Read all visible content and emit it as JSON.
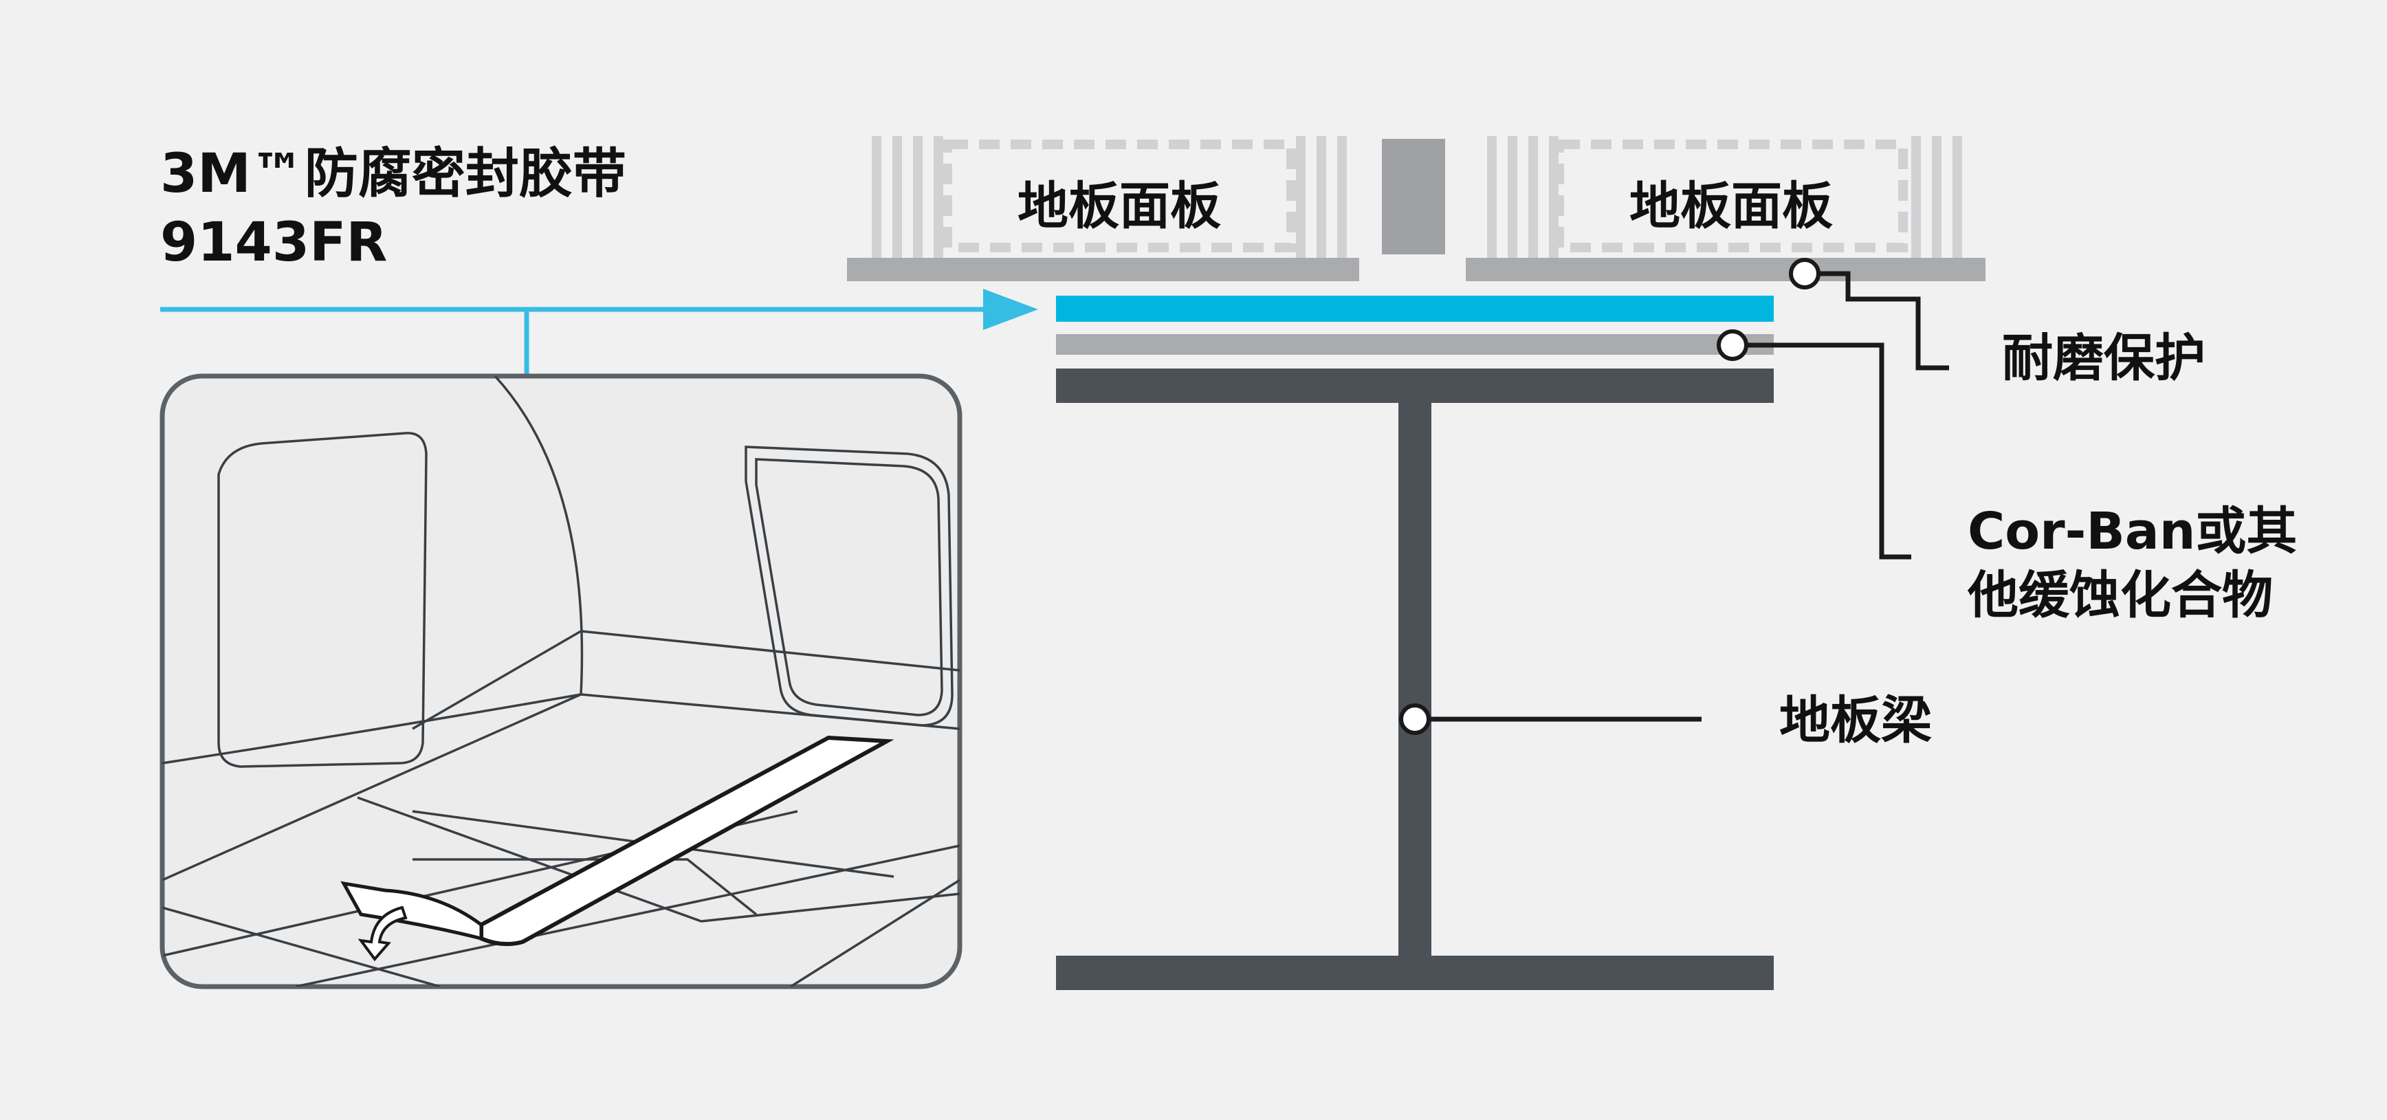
{
  "product": {
    "title": "3M™防腐密封胶带",
    "code": "9143FR"
  },
  "panels": [
    "地板面板",
    "地板面板"
  ],
  "callouts": {
    "wear_protection": "耐磨保护",
    "corrosion_line1": "Cor-Ban或其",
    "corrosion_line2": "他缓蚀化合物",
    "floor_beam": "地板梁"
  },
  "colors": {
    "background": "#f1f1f1",
    "tape": "#00b6e1",
    "arrow": "#36bde3",
    "beam": "#4b5157",
    "panel_base": "#a9abad",
    "panel_ribs": "#d0d1d2",
    "divider": "#9fa1a4",
    "leader": "#1a1a1a"
  }
}
